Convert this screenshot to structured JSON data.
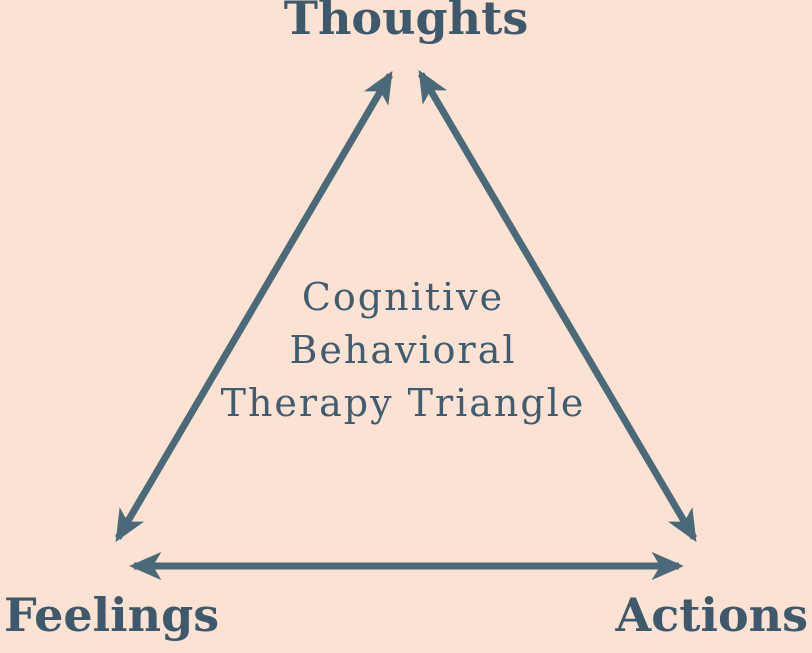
{
  "diagram": {
    "name": "cognitive-behavioral-therapy-triangle",
    "background_color": "#fce2d3",
    "arrow_color": "#4a6a7a",
    "label_color": "#3d596b",
    "center_title_color": "#3f5d6f",
    "center_title": {
      "lines": [
        "Cognitive",
        "Behavioral",
        "Therapy Triangle"
      ]
    },
    "nodes": [
      {
        "id": "thoughts",
        "label": "Thoughts",
        "position": "top"
      },
      {
        "id": "feelings",
        "label": "Feelings",
        "position": "bottom-left"
      },
      {
        "id": "actions",
        "label": "Actions",
        "position": "bottom-right"
      }
    ],
    "edges": [
      {
        "from": "thoughts",
        "to": "feelings",
        "bidirectional": true
      },
      {
        "from": "thoughts",
        "to": "actions",
        "bidirectional": true
      },
      {
        "from": "feelings",
        "to": "actions",
        "bidirectional": true
      }
    ]
  }
}
